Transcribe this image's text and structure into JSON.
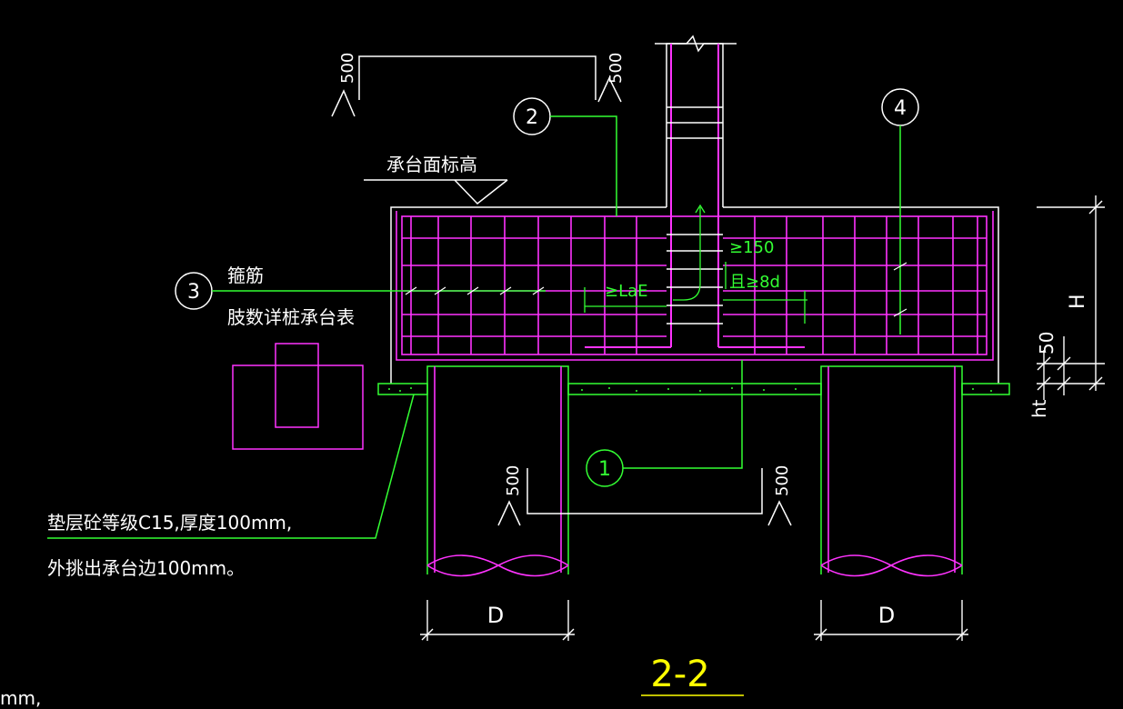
{
  "colors": {
    "background": "#000000",
    "outline": "#ffffff",
    "rebar": "#ff33ff",
    "annotation": "#33ff33",
    "title": "#ffff00",
    "text": "#ffffff"
  },
  "labels": {
    "cut_mark_left": "500",
    "cut_mark_right": "500",
    "cut_mark_bottom_left": "500",
    "cut_mark_bottom_right": "500",
    "top_elevation": "承台面标高",
    "stirrup": "箍筋",
    "stirrup_note": "肢数详桩承台表",
    "anchorage": "≥LaE",
    "min_150": "≥150",
    "min_8d": "且≥8d",
    "dim_H": "H",
    "dim_50": "50",
    "dim_ht": "ht",
    "dim_D_left": "D",
    "dim_D_right": "D",
    "cushion_note_line1": "垫层砼等级C15,厚度100mm,",
    "cushion_note_line2": "外挑出承台边100mm。",
    "section_title": "2-2",
    "fragment_bottom_left": "mm,"
  },
  "callouts": {
    "c1": "1",
    "c2": "2",
    "c3": "3",
    "c4": "4"
  }
}
